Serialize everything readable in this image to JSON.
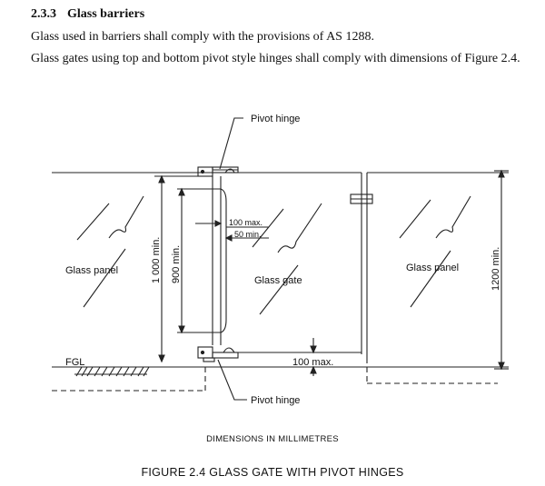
{
  "section": {
    "number": "2.3.3",
    "title": "Glass barriers",
    "para1": "Glass used in barriers shall comply with the provisions of AS 1288.",
    "para2": "Glass gates using top and bottom pivot style hinges shall comply with dimensions of Figure 2.4."
  },
  "figure": {
    "label_pivot_top": "Pivot hinge",
    "label_pivot_bottom": "Pivot hinge",
    "label_glass_panel_left": "Glass panel",
    "label_glass_panel_right": "Glass panel",
    "label_glass_gate": "Glass gate",
    "label_fgl": "FGL",
    "dim_1000": "1 000 min.",
    "dim_900": "900 min.",
    "dim_100_max": "100 max.",
    "dim_50_min": "50 min.",
    "dim_100_max_bottom": "100 max.",
    "dim_1200": "1200 min.",
    "note": "DIMENSIONS IN MILLIMETRES",
    "caption": "FIGURE 2.4  GLASS GATE WITH PIVOT HINGES"
  }
}
